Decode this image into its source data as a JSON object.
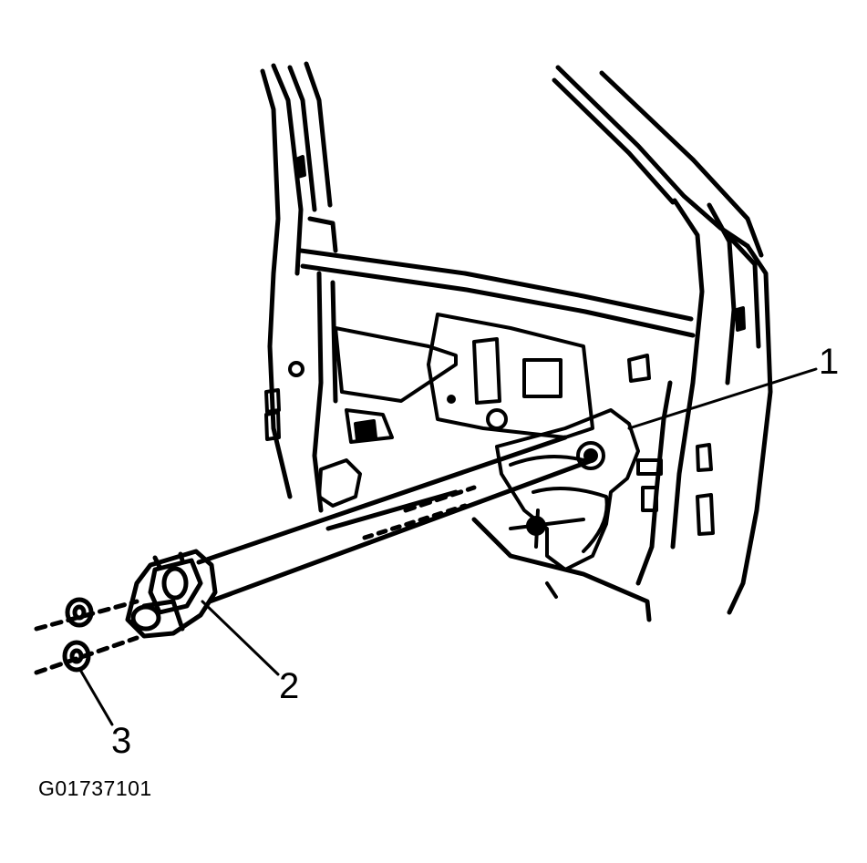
{
  "callouts": {
    "one": "1",
    "two": "2",
    "three": "3"
  },
  "figure_id": "G01737101",
  "colors": {
    "ink": "#000000",
    "paper": "#ffffff"
  }
}
